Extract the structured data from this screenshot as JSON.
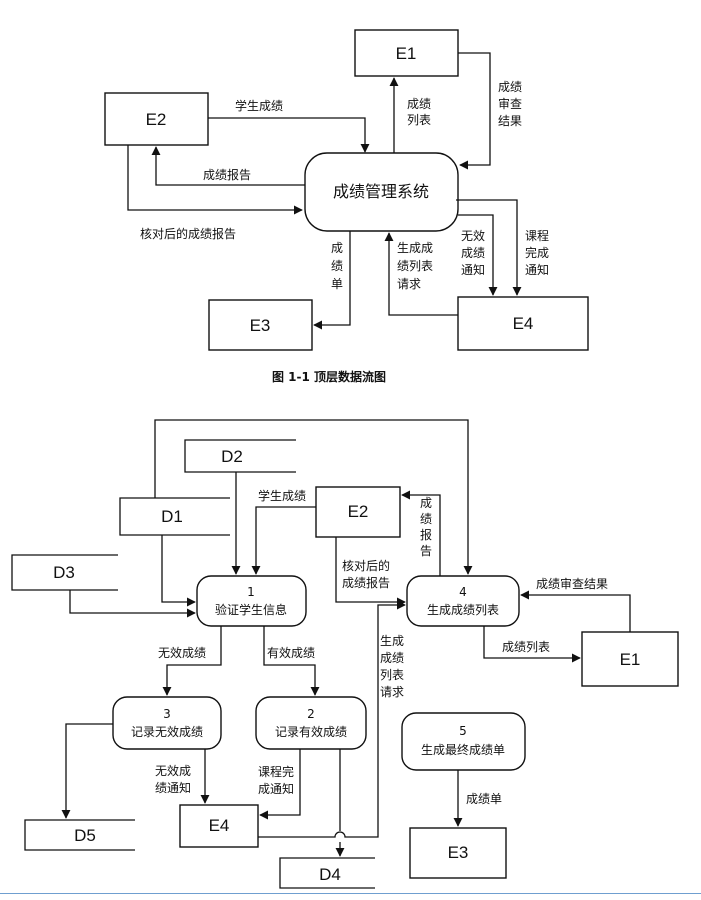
{
  "top": {
    "system": "成绩管理系统",
    "entities": {
      "e1": "E1",
      "e2": "E2",
      "e3": "E3",
      "e4": "E4"
    },
    "flows": {
      "student_grades": "学生成绩",
      "grade_report": "成绩报告",
      "verified_report": "核对后的成绩报告",
      "grade_list_v": [
        "成绩",
        "列表"
      ],
      "review_result_v": [
        "成绩",
        "审查",
        "结果"
      ],
      "grade_sheet_v": [
        "成",
        "绩",
        "单"
      ],
      "gen_request_v": [
        "生成成",
        "绩列表",
        "请求"
      ],
      "invalid_notice_v": [
        "无效",
        "成绩",
        "通知"
      ],
      "course_notice_v": [
        "课程",
        "完成",
        "通知"
      ]
    },
    "caption": "图 1-1  顶层数据流图"
  },
  "bottom": {
    "stores": {
      "d1": "D1",
      "d2": "D2",
      "d3": "D3",
      "d4": "D4",
      "d5": "D5"
    },
    "entities": {
      "e1": "E1",
      "e2": "E2",
      "e3": "E3",
      "e4": "E4"
    },
    "processes": {
      "p1": {
        "num": "1",
        "name": "验证学生信息"
      },
      "p2": {
        "num": "2",
        "name": "记录有效成绩"
      },
      "p3": {
        "num": "3",
        "name": "记录无效成绩"
      },
      "p4": {
        "num": "4",
        "name": "生成成绩列表"
      },
      "p5": {
        "num": "5",
        "name": "生成最终成绩单"
      }
    },
    "flows": {
      "student_grades": "学生成绩",
      "verified_report_l1": "核对后的",
      "verified_report_l2": "成绩报告",
      "grade_report_v": [
        "成",
        "绩",
        "报",
        "告"
      ],
      "review_result": "成绩审查结果",
      "grade_list": "成绩列表",
      "invalid_grades": "无效成绩",
      "valid_grades": "有效成绩",
      "gen_request_v": [
        "生成",
        "成绩",
        "列表",
        "请求"
      ],
      "invalid_notice": [
        "无效成",
        "绩通知"
      ],
      "course_notice": [
        "课程完",
        "成通知"
      ],
      "grade_sheet": "成绩单"
    }
  }
}
